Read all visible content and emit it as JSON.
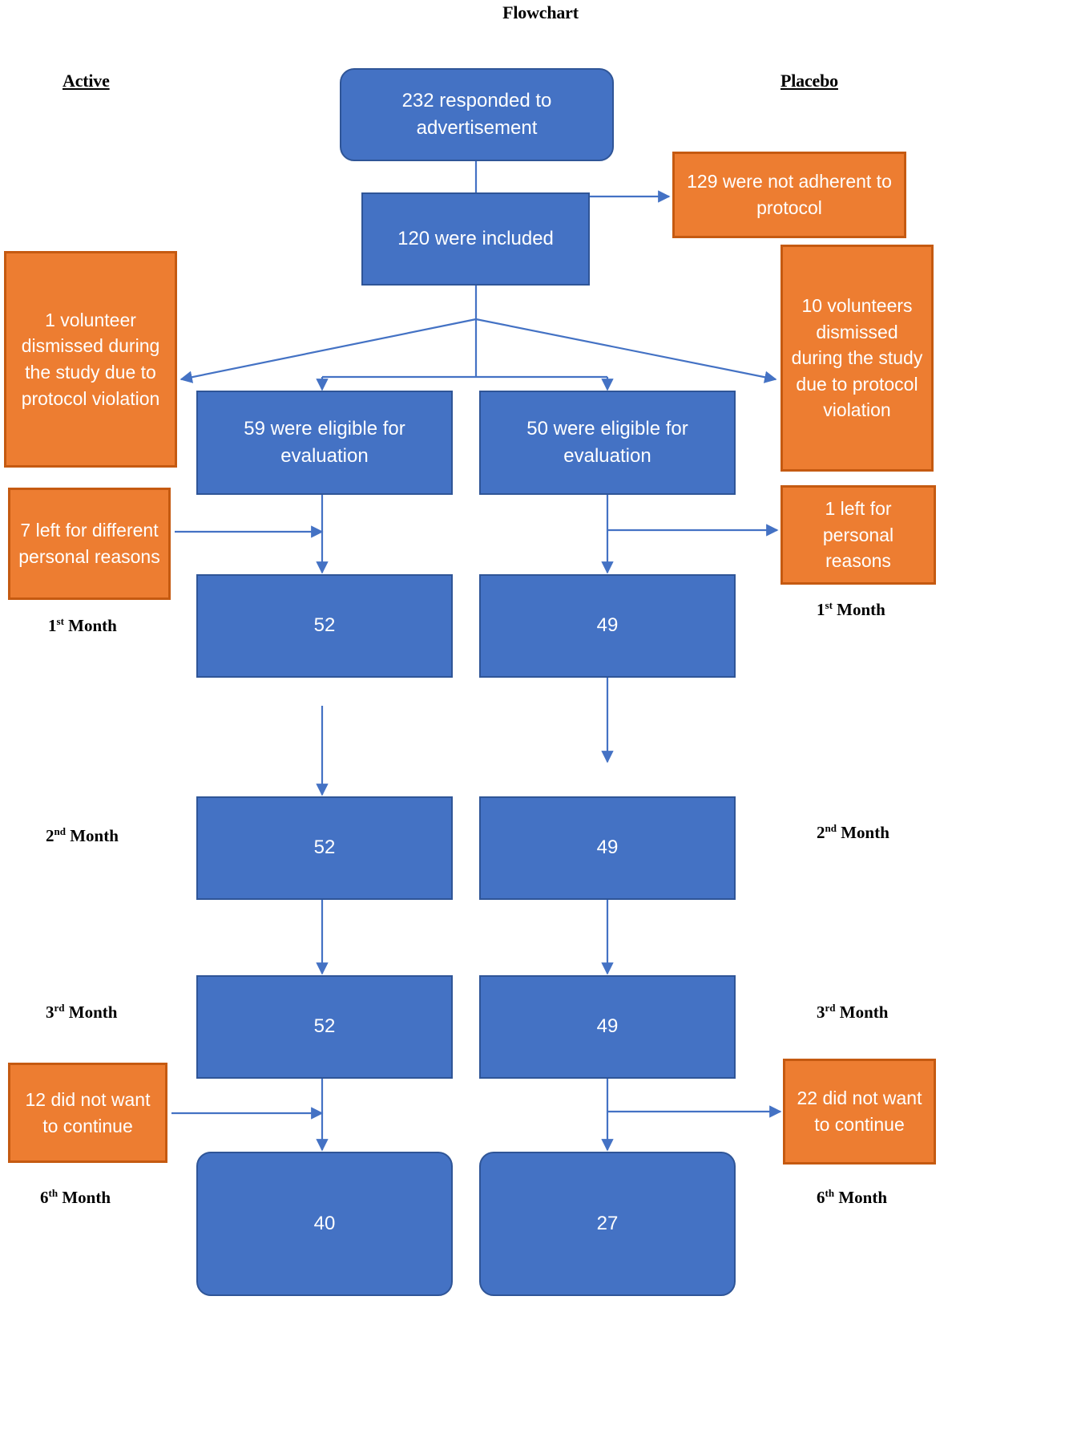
{
  "title": "Flowchart",
  "headers": {
    "left": "Active",
    "right": "Placebo"
  },
  "nodes": {
    "responded": "232 responded to advertisement",
    "included": "120 were included",
    "not_adherent": "129 were not adherent to protocol",
    "left_dismissed": "1 volunteer dismissed during the study due to protocol violation",
    "right_dismissed": "10 volunteers dismissed during the study due to protocol violation",
    "active_eligible": "59 were eligible for evaluation",
    "placebo_eligible": "50 were eligible for evaluation",
    "left_personal": "7 left for different personal reasons",
    "right_personal": "1 left for personal reasons",
    "active_m1": "52",
    "placebo_m1": "49",
    "active_m2": "52",
    "placebo_m2": "49",
    "active_m3": "52",
    "placebo_m3": "49",
    "left_not_continue": "12 did not want to continue",
    "right_not_continue": "22 did not want to continue",
    "active_m6": "40",
    "placebo_m6": "27"
  },
  "months": {
    "left_m1_num": "1",
    "left_m1_ord": "st",
    "left_m1_word": " Month",
    "right_m1_num": "1",
    "right_m1_ord": "st",
    "right_m1_word": " Month",
    "left_m2_num": "2",
    "left_m2_ord": "nd",
    "left_m2_word": " Month",
    "right_m2_num": "2",
    "right_m2_ord": "nd",
    "right_m2_word": " Month",
    "left_m3_num": "3",
    "left_m3_ord": "rd",
    "left_m3_word": " Month",
    "right_m3_num": "3",
    "right_m3_ord": "rd",
    "right_m3_word": " Month",
    "left_m6_num": "6",
    "left_m6_ord": "th",
    "left_m6_word": " Month",
    "right_m6_num": "6",
    "right_m6_ord": "th",
    "right_m6_word": " Month"
  },
  "colors": {
    "blue_fill": "#4472C4",
    "blue_border": "#2F5597",
    "orange_fill": "#ED7D31",
    "orange_border": "#C55A11",
    "connector": "#4472C4",
    "text_on_shape": "#FFFFFF",
    "label_text": "#000000",
    "background": "#FFFFFF"
  },
  "chart_data": {
    "type": "flowchart",
    "title": "Flowchart",
    "arms": [
      "Active",
      "Placebo"
    ],
    "stages": [
      {
        "label": "responded to advertisement",
        "total": 232
      },
      {
        "label": "were included",
        "total": 120
      },
      {
        "label": "were not adherent to protocol",
        "excluded": 129
      },
      {
        "label": "eligible for evaluation",
        "active": 59,
        "placebo": 50
      },
      {
        "label": "1st Month",
        "active": 52,
        "placebo": 49
      },
      {
        "label": "2nd Month",
        "active": 52,
        "placebo": 49
      },
      {
        "label": "3rd Month",
        "active": 52,
        "placebo": 49
      },
      {
        "label": "6th Month",
        "active": 40,
        "placebo": 27
      }
    ],
    "dropouts": [
      {
        "arm": "Active",
        "reason": "volunteer dismissed during the study due to protocol violation",
        "n": 1
      },
      {
        "arm": "Placebo",
        "reason": "volunteers dismissed during the study due to protocol violation",
        "n": 10
      },
      {
        "arm": "Active",
        "reason": "left for different personal reasons",
        "n": 7
      },
      {
        "arm": "Placebo",
        "reason": "left for personal reasons",
        "n": 1
      },
      {
        "arm": "Active",
        "reason": "did not want to continue",
        "n": 12
      },
      {
        "arm": "Placebo",
        "reason": "did not want to continue",
        "n": 22
      }
    ]
  }
}
